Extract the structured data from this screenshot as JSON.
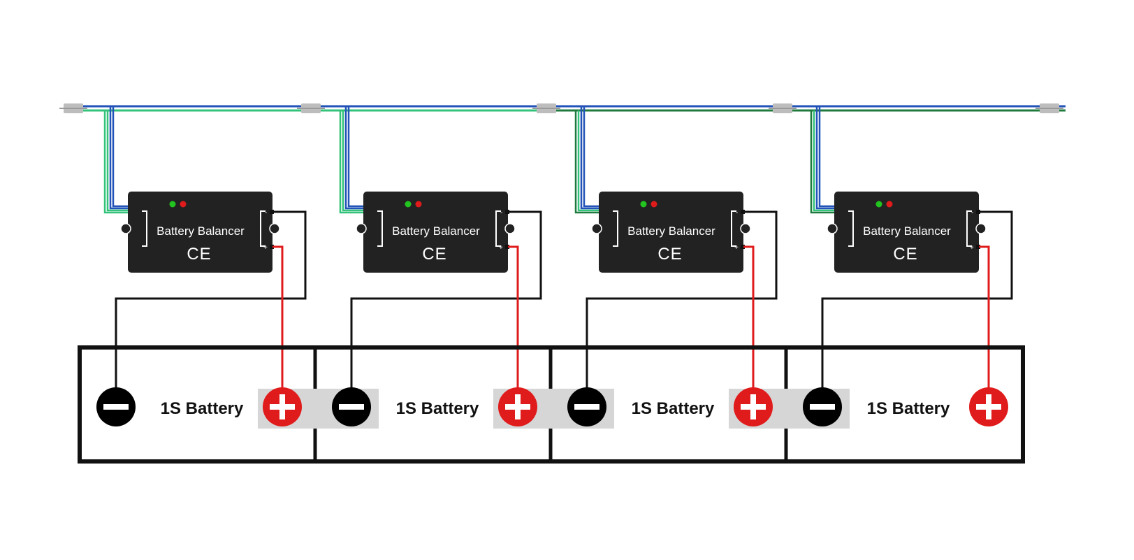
{
  "diagram": {
    "balancer_label": "Battery Balancer",
    "ce_mark": "CE",
    "battery_label": "1S Battery",
    "balancer_count": 4,
    "pin_minus": "-",
    "pin_plus": "+",
    "led_colors": [
      "#22c41f",
      "#e01b1b"
    ],
    "colors": {
      "balancer_body": "#222222",
      "wire_black": "#111111",
      "wire_red": "#e01b1b",
      "bus_blue": "#2253b8",
      "bus_green_light": "#33c27a",
      "bus_green_dark": "#1f7a3d",
      "connector": "#bdbdbd",
      "terminal_negative": "#000000",
      "terminal_positive": "#e01b1b",
      "link_plate": "#d6d6d6"
    }
  }
}
